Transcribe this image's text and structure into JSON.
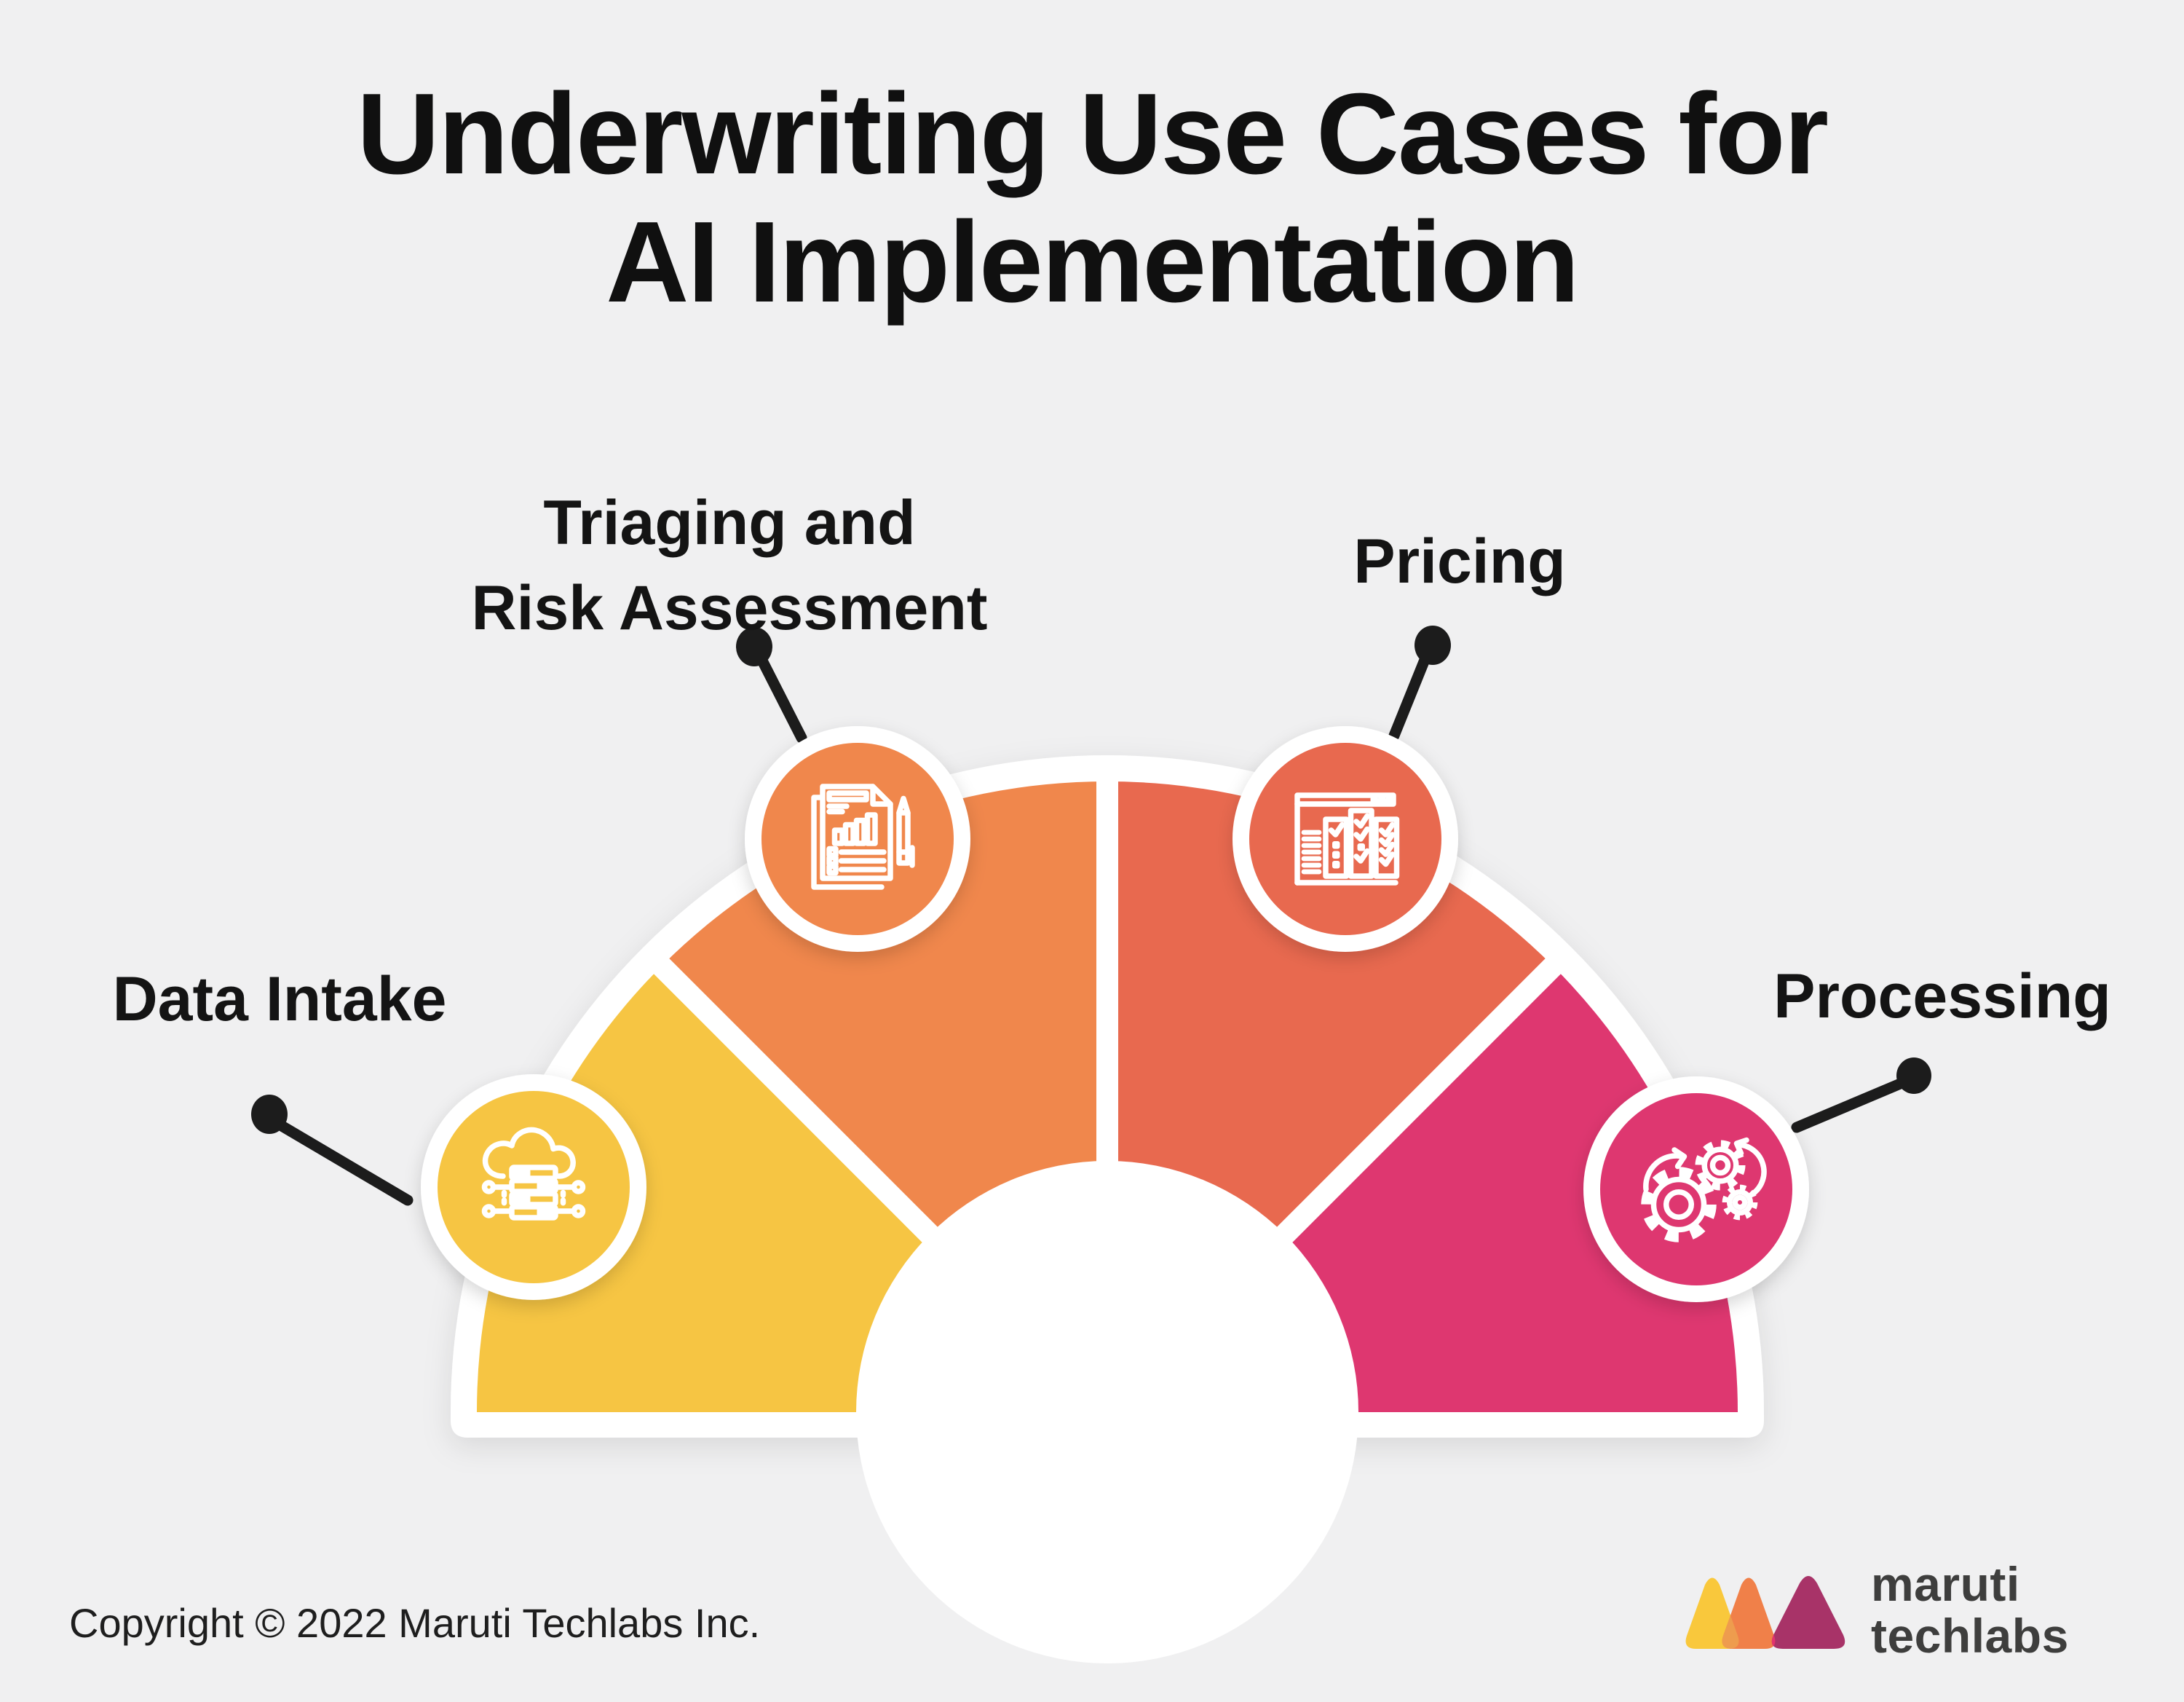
{
  "title": {
    "line1": "Underwriting Use Cases for",
    "line2": "AI Implementation"
  },
  "diagram": {
    "type": "semicircular-gauge-infographic",
    "segments": [
      {
        "label": "Data Intake",
        "lines": [
          "Data Intake"
        ],
        "color": "#F6C543",
        "icon": "cloud-server-icon",
        "position": "far-left"
      },
      {
        "label": "Triaging and Risk Assessment",
        "lines": [
          "Triaging and",
          "Risk Assessment"
        ],
        "color": "#F0874C",
        "icon": "document-chart-icon",
        "position": "upper-left"
      },
      {
        "label": "Pricing",
        "lines": [
          "Pricing"
        ],
        "color": "#E8694F",
        "icon": "pricing-table-icon",
        "position": "upper-right"
      },
      {
        "label": "Processing",
        "lines": [
          "Processing"
        ],
        "color": "#DE3770",
        "icon": "gears-icon",
        "position": "far-right"
      }
    ]
  },
  "footer": {
    "copyright": "Copyright © 2022 Maruti Techlabs Inc."
  },
  "logo": {
    "line1": "maruti",
    "line2": "techlabs",
    "text_color": "#3E3E3D",
    "mark_colors": {
      "yellow": "#F9C83C",
      "orange": "#F08049",
      "yellow_orange_overlap": "#EE9C4E",
      "plum": "#A83368",
      "pink_overlap": "#E2336E"
    }
  },
  "colors": {
    "background": "#F0F0F1",
    "text": "#101010",
    "connector": "#1C1C1C",
    "plate": "#FFFFFF"
  }
}
